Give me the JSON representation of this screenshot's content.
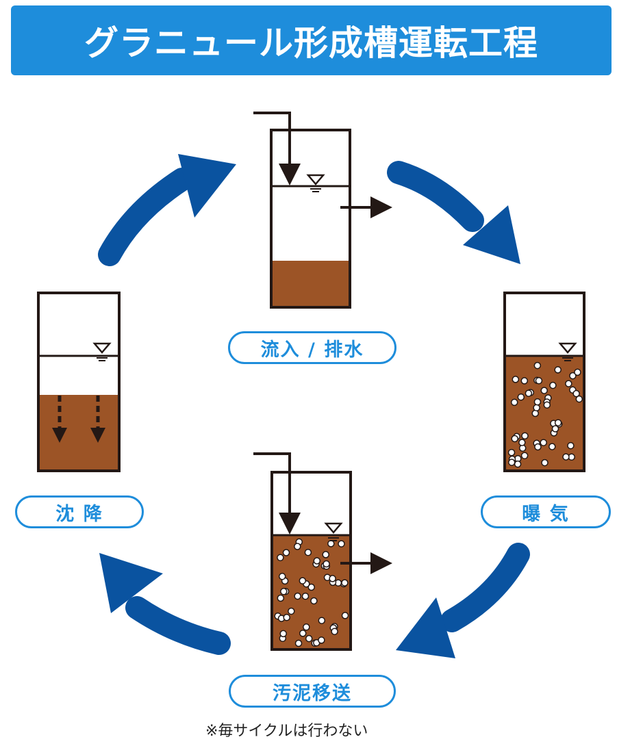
{
  "title": "グラニュール形成槽運転工程",
  "steps": {
    "inflow_discharge": "流入 / 排水",
    "aeration": "曝 気",
    "sludge_transfer": "汚泥移送",
    "settling": "沈 降"
  },
  "note": "※毎サイクルは行わない",
  "colors": {
    "title_bg": "#1e8ddb",
    "arrow": "#0a53a0",
    "sludge": "#9c5426",
    "pill_border": "#1e8ddb",
    "outline": "#231815"
  },
  "icons": [
    "cycle-arrow-icon",
    "water-level-icon",
    "flow-arrow-icon",
    "settling-arrow-icon"
  ]
}
